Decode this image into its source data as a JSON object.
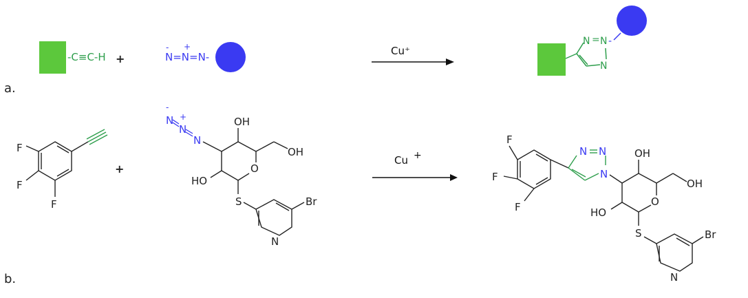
{
  "panel_a": {
    "label": "a.",
    "alkyne_group": "-C≡C-H",
    "plus": "+",
    "azide_charge_minus": "-",
    "azide_charge_plus": "+",
    "azide_group": "N=N=N-",
    "catalyst": "Cu⁺",
    "product_triazole_atoms": [
      "N",
      "N",
      "N"
    ],
    "product_bond_marks": [
      "=",
      "-"
    ],
    "colors": {
      "square": "#5cc83c",
      "circle": "#3a3af2",
      "alkyne_text": "#2e9e4c",
      "azide_text": "#3a3af2",
      "triazole": "#2e9e4c"
    }
  },
  "panel_b": {
    "label": "b.",
    "plus": "+",
    "alkyne_fluoro": [
      "F",
      "F",
      "F"
    ],
    "azide_atoms": [
      "N",
      "N",
      "N"
    ],
    "azide_charges": [
      "-",
      "+"
    ],
    "sugar_labels": {
      "oh_top": "OH",
      "oh_right": "OH",
      "ho_left": "HO",
      "ring_o": "O",
      "s": "S",
      "br": "Br",
      "pyridine_n": "N"
    },
    "catalyst": "Cu",
    "catalyst_charge": "+",
    "product_fluoro": [
      "F",
      "F",
      "F"
    ],
    "product_triazole": [
      "N",
      "N",
      "N"
    ],
    "product_labels": {
      "oh_top": "OH",
      "oh_right": "OH",
      "ho_left": "HO",
      "ring_o": "O",
      "s": "S",
      "br": "Br",
      "pyridine_n": "N"
    }
  }
}
